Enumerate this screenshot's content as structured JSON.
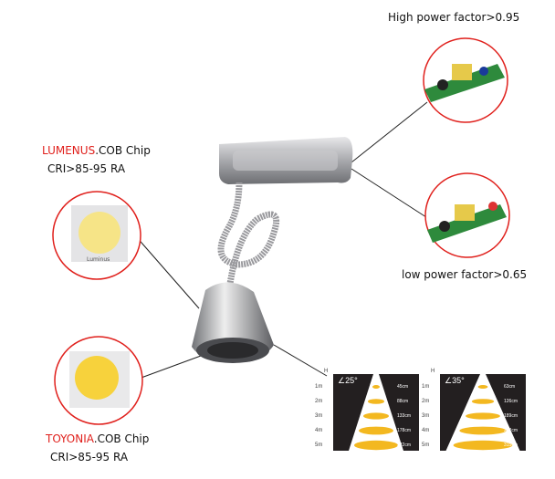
{
  "labels": {
    "high_pf": "High power factor>0.95",
    "low_pf": "low power factor>0.65",
    "chip1_brand": "LUMENUS",
    "chip1_type": ".COB Chip",
    "chip1_cri": "CRI>85-95 RA",
    "chip1_marking": "Luminus",
    "chip2_brand": "TOYONIA",
    "chip2_type": ".COB Chip",
    "chip2_cri": "CRI>85-95 RA"
  },
  "beam_charts": [
    {
      "angle": "∠25°",
      "axis": "H",
      "heights": [
        "1m",
        "2m",
        "3m",
        "4m",
        "5m"
      ],
      "diameters": [
        "45cm",
        "88cm",
        "133cm",
        "178cm",
        "222cm"
      ]
    },
    {
      "angle": "∠35°",
      "axis": "H",
      "heights": [
        "1m",
        "2m",
        "3m",
        "4m",
        "5m"
      ],
      "diameters": [
        "63cm",
        "126cm",
        "189cm",
        "252cm",
        "315cm"
      ]
    }
  ],
  "colors": {
    "accent": "#e0201c",
    "beam": "#f3b820"
  }
}
